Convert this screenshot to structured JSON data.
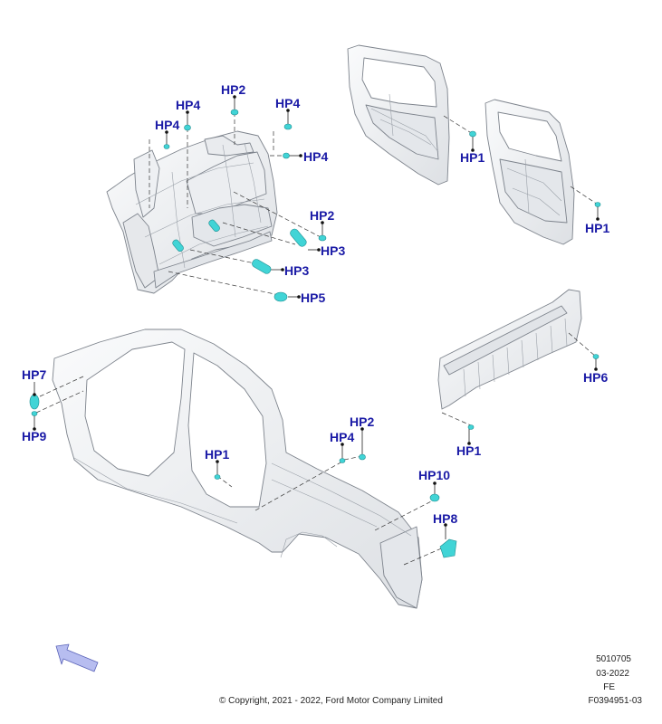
{
  "callouts": [
    {
      "key": "hp2-top",
      "text": "HP2"
    },
    {
      "key": "hp4-top-left",
      "text": "HP4"
    },
    {
      "key": "hp4-top-right",
      "text": "HP4"
    },
    {
      "key": "hp4-left",
      "text": "HP4"
    },
    {
      "key": "hp4-right",
      "text": "HP4"
    },
    {
      "key": "hp2-mid",
      "text": "HP2"
    },
    {
      "key": "hp3-upper",
      "text": "HP3"
    },
    {
      "key": "hp3-lower",
      "text": "HP3"
    },
    {
      "key": "hp5",
      "text": "HP5"
    },
    {
      "key": "hp1-front-door",
      "text": "HP1"
    },
    {
      "key": "hp1-rear-door",
      "text": "HP1"
    },
    {
      "key": "hp6",
      "text": "HP6"
    },
    {
      "key": "hp1-panel",
      "text": "HP1"
    },
    {
      "key": "hp7",
      "text": "HP7"
    },
    {
      "key": "hp9",
      "text": "HP9"
    },
    {
      "key": "hp1-body",
      "text": "HP1"
    },
    {
      "key": "hp4-body",
      "text": "HP4"
    },
    {
      "key": "hp2-body",
      "text": "HP2"
    },
    {
      "key": "hp10",
      "text": "HP10"
    },
    {
      "key": "hp8",
      "text": "HP8"
    }
  ],
  "footer": {
    "illustration_number": "5010705",
    "date": "03-2022",
    "region": "FE",
    "figure_id": "F0394951-03",
    "copyright": "© Copyright, 2021 - 2022, Ford Motor Company Limited"
  },
  "colors": {
    "label": "#1a1aa6",
    "foam_patch": "#41d4d6",
    "part_fill": "#f1f2f4",
    "part_stroke": "#7d838c",
    "arrow_fill": "#b7bdf0"
  }
}
